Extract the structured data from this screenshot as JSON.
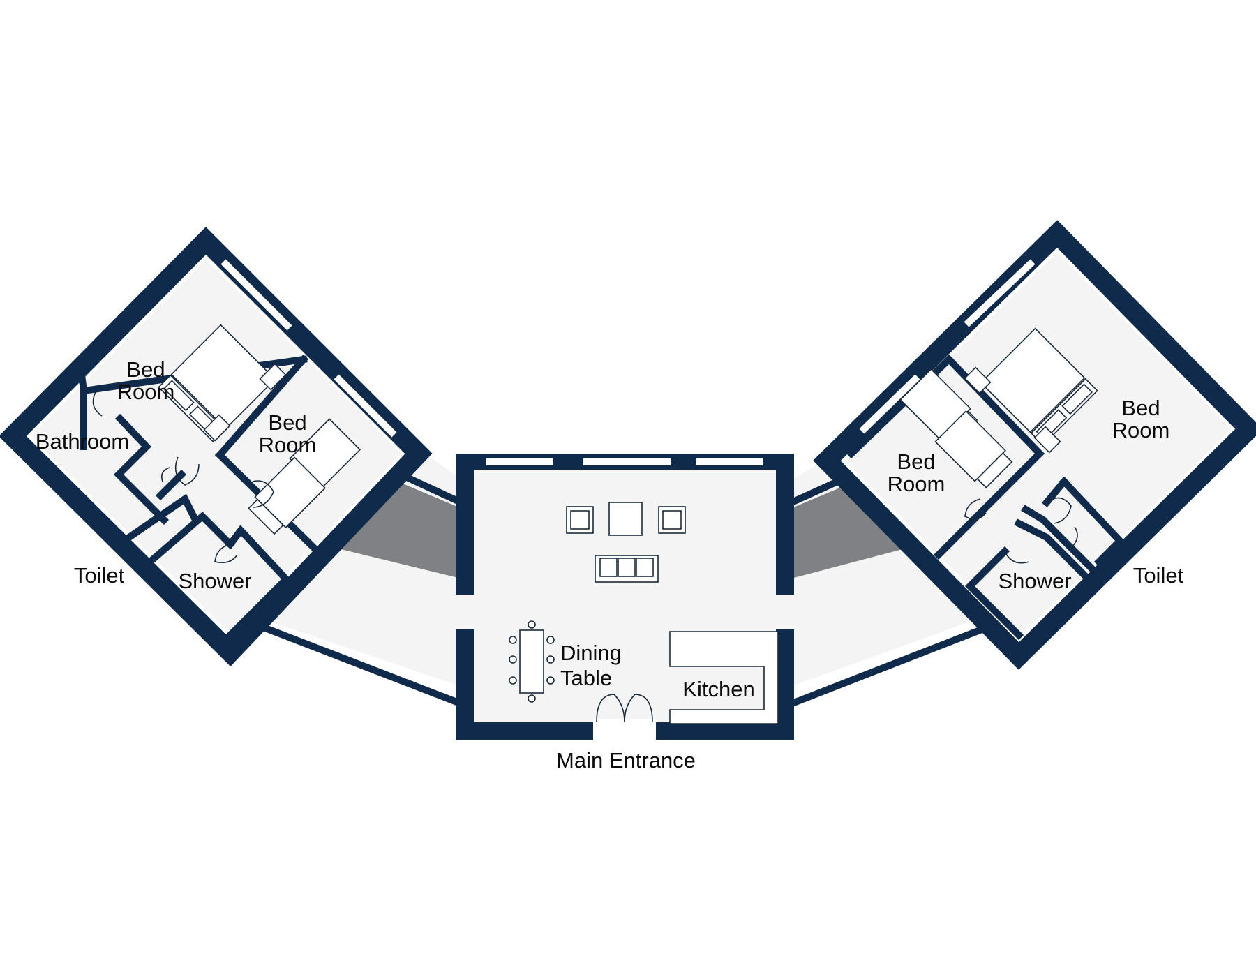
{
  "labels": {
    "bed_room_left_outer": [
      "Bed",
      "Room"
    ],
    "bed_room_left_inner": [
      "Bed",
      "Room"
    ],
    "bathroom": "Bathroom",
    "toilet_left": "Toilet",
    "shower_left": "Shower",
    "bed_room_right_inner": [
      "Bed",
      "Room"
    ],
    "bed_room_right_outer": [
      "Bed",
      "Room"
    ],
    "shower_right": "Shower",
    "toilet_right": "Toilet",
    "dining_table": [
      "Dining",
      "Table"
    ],
    "kitchen": "Kitchen",
    "main_entrance": "Main Entrance"
  },
  "colors": {
    "wall": "#0f2a4a",
    "floor": "#f4f4f4",
    "corridor_shade": "#808185",
    "background": "#ffffff"
  }
}
